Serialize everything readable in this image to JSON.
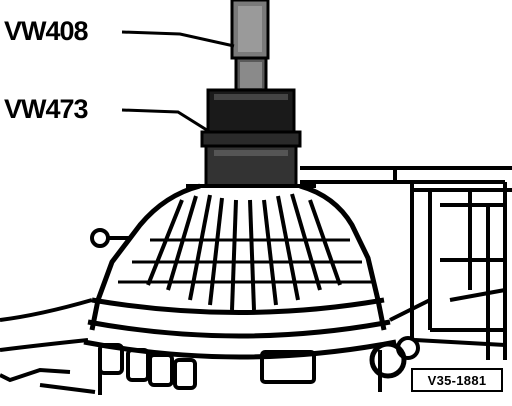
{
  "labels": {
    "tool_upper": "VW408",
    "tool_lower": "VW473"
  },
  "figure_code": "V35-1881",
  "icons": [
    "drift-tool-icon",
    "bearing-seal-installer-icon",
    "transaxle-housing-icon"
  ],
  "colors": {
    "ink": "#000000",
    "background": "#ffffff",
    "tool_gray": "#7a7a7a",
    "tool_dark": "#1a1a1a"
  }
}
